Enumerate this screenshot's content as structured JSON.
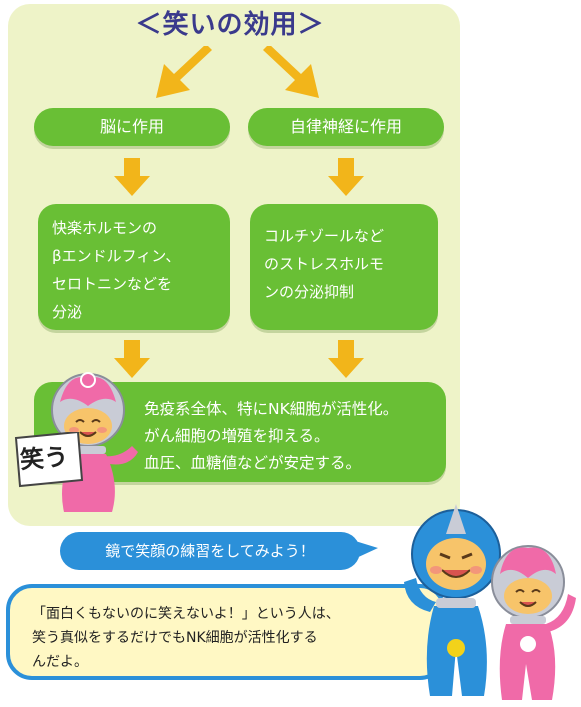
{
  "title": "＜笑いの効用＞",
  "boxes": {
    "brain": "脳に作用",
    "autonomic": "自律神経に作用",
    "hormones": [
      "快楽ホルモンの",
      "βエンドルフィン、",
      "セロトニンなどを",
      "分泌"
    ],
    "stress": [
      "コルチゾールなど",
      "のストレスホルモ",
      "ンの分泌抑制"
    ],
    "effects": [
      "免疫系全体、特にNK細胞が活性化。",
      "がん細胞の増殖を抑える。",
      "血圧、血糖値などが安定する。"
    ]
  },
  "sign_label": "笑う",
  "bubble": "鏡で笑顔の練習をしてみよう！",
  "note": [
    "「面白くもないのに笑えないよ！」という人は、",
    "笑う真似をするだけでもNK細胞が活性化する",
    "んだよ。"
  ],
  "colors": {
    "panel": "#eef3c8",
    "green": "#69bf35",
    "arrow": "#f2b51a",
    "title": "#3a3a8c",
    "blue": "#2b90d9",
    "note_bg": "#fff8c4",
    "pink": "#f06aa8"
  }
}
